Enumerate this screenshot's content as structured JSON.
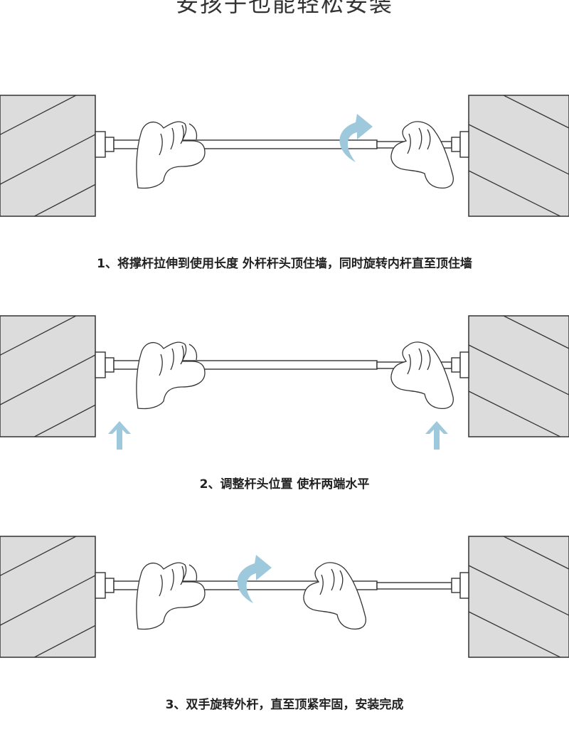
{
  "title": "安孩子也能轻松安装",
  "steps": [
    {
      "caption": "1、将撑杆拉伸到使用长度 外杆杆头顶住墙，同时旋转内杆直至顶住墙"
    },
    {
      "caption": "2、调整杆头位置 使杆两端水平"
    },
    {
      "caption": "3、双手旋转外杆，直至顶紧牢固，安装完成"
    }
  ],
  "colors": {
    "wall_fill": "#dcdcdc",
    "line": "#333333",
    "arrow": "#9ec8dc"
  },
  "icons": [
    "wall",
    "rod",
    "hand-icon",
    "rotate-arrow-icon",
    "up-arrow-icon"
  ]
}
